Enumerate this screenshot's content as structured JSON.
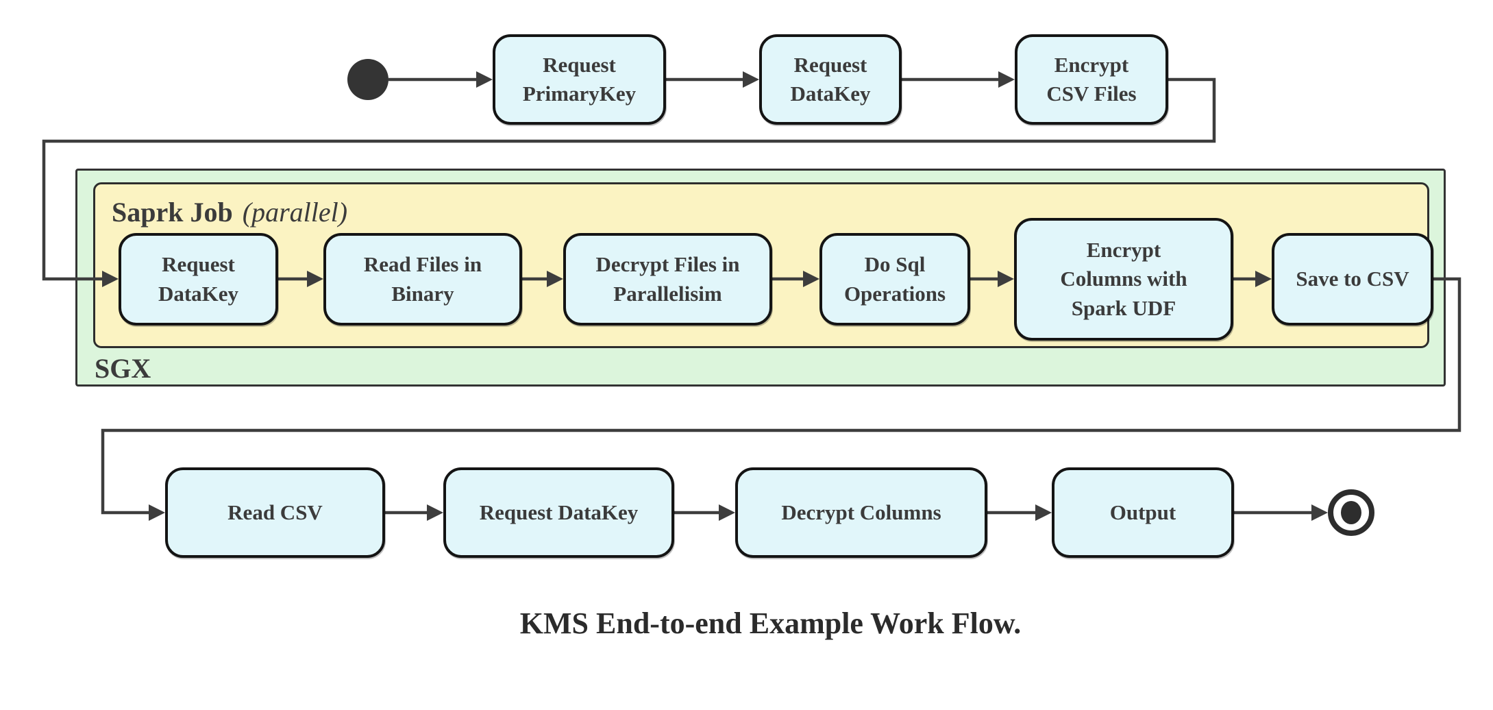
{
  "diagram": {
    "caption": "KMS End-to-end Example Work Flow.",
    "colors": {
      "node_fill": "#e1f6fa",
      "node_border": "#141414",
      "sgx_container_fill": "#dcf5dc",
      "spark_container_fill": "#fbf3c2",
      "connector": "#3d3d3d",
      "text": "#3b3b3b"
    },
    "top_row": {
      "nodes": [
        {
          "label": "Request PrimaryKey"
        },
        {
          "label": "Request DataKey"
        },
        {
          "label": "Encrypt CSV Files"
        }
      ]
    },
    "sgx_container": {
      "label": "SGX",
      "spark_job_container": {
        "label_bold": "Saprk Job",
        "label_italic": "(parallel)",
        "nodes": [
          {
            "label": "Request DataKey"
          },
          {
            "label": "Read Files in Binary"
          },
          {
            "label": "Decrypt Files in Parallelisim"
          },
          {
            "label": "Do Sql Operations"
          },
          {
            "label": "Encrypt Columns with Spark UDF"
          },
          {
            "label": "Save to CSV"
          }
        ]
      }
    },
    "bottom_row": {
      "nodes": [
        {
          "label": "Read CSV"
        },
        {
          "label": "Request DataKey"
        },
        {
          "label": "Decrypt Columns"
        },
        {
          "label": "Output"
        }
      ]
    }
  }
}
